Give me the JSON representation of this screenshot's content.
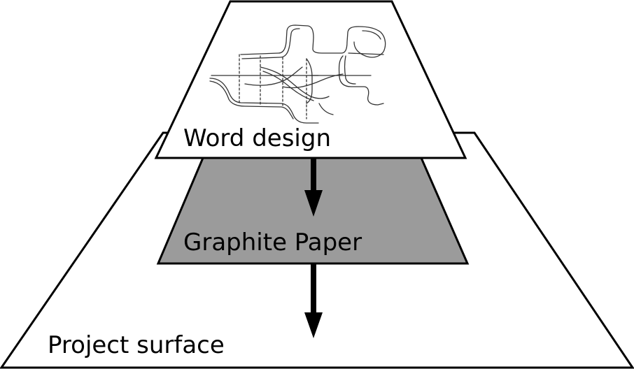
{
  "layers": [
    {
      "id": "top",
      "label": "Word design",
      "fill": "#ffffff"
    },
    {
      "id": "middle",
      "label": "Graphite Paper",
      "fill": "#9b9b9b"
    },
    {
      "id": "bottom",
      "label": "Project surface",
      "fill": "#ffffff"
    }
  ],
  "colors": {
    "stroke": "#000000",
    "sketch": "#333333"
  }
}
